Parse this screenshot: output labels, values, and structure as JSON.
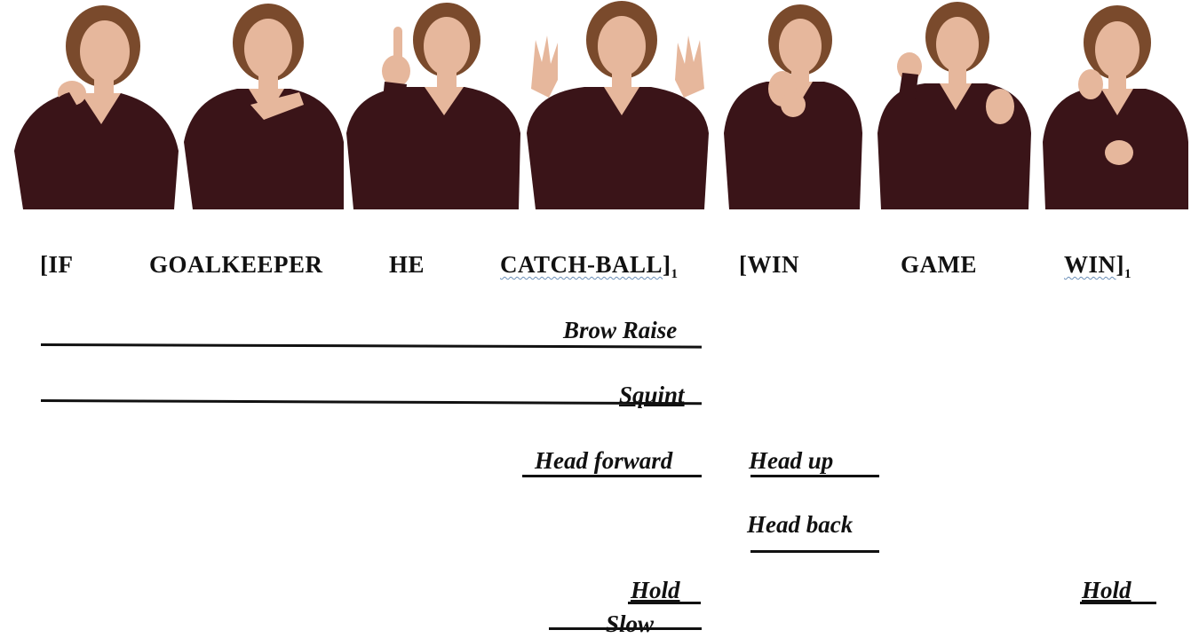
{
  "glosses": {
    "if": "[IF",
    "goalkeeper": "GOALKEEPER",
    "he": "HE",
    "catch_ball": "CATCH-BALL",
    "catch_ball_bracket": "]",
    "catch_ball_index": "1",
    "win_open": "[WIN",
    "game": "GAME",
    "win_close": "WIN",
    "win_close_bracket": "]",
    "win_close_index": "1"
  },
  "markers": {
    "brow_raise": "Brow Raise",
    "squint": "Squint",
    "head_forward": "Head forward",
    "head_up": "Head up",
    "head_back": "Head back",
    "hold_1": "Hold",
    "hold_2": "Hold",
    "slow": "Slow"
  },
  "colors": {
    "sweater": "#3a1418",
    "hair": "#7a4a2c",
    "skin": "#e6b79c"
  }
}
